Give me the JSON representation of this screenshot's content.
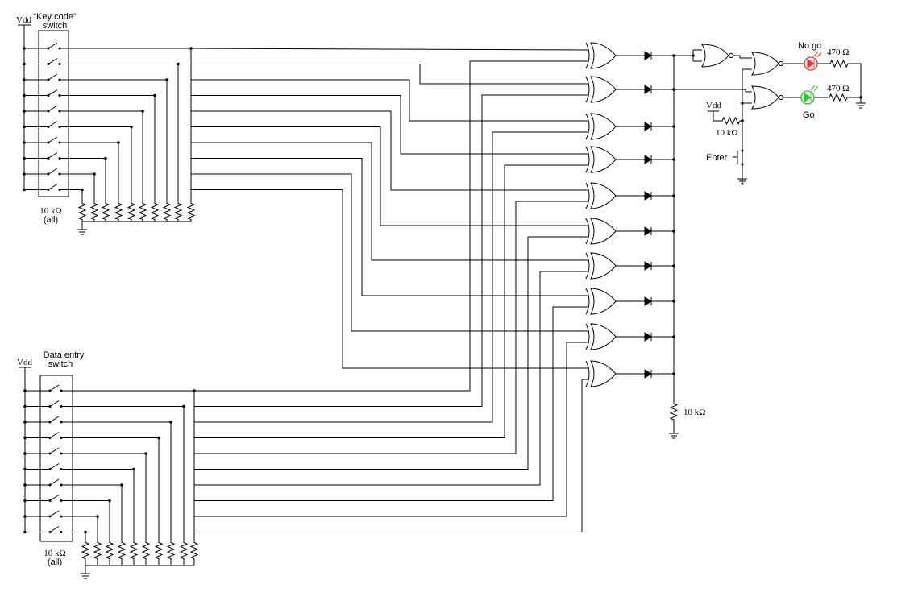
{
  "labels": {
    "vdd_top": "Vdd",
    "vdd_bottom": "Vdd",
    "vdd_enter": "Vdd",
    "key_code_title_1": "\"Key code\"",
    "key_code_title_2": "switch",
    "data_entry_title_1": "Data entry",
    "data_entry_title_2": "switch",
    "res_top_value": "10 kΩ",
    "res_top_note": "(all)",
    "res_bottom_value": "10 kΩ",
    "res_bottom_note": "(all)",
    "res_enter_value": "10 kΩ",
    "res_pulldown_value": "10 kΩ",
    "enter_label": "Enter",
    "led_red_label": "No go",
    "led_green_label": "Go",
    "res_red_value": "470 Ω",
    "res_green_value": "470 Ω"
  },
  "colors": {
    "wire": "#000000",
    "led_red": "#ff2a2a",
    "led_green": "#22cc22"
  },
  "switch_bits": 10
}
